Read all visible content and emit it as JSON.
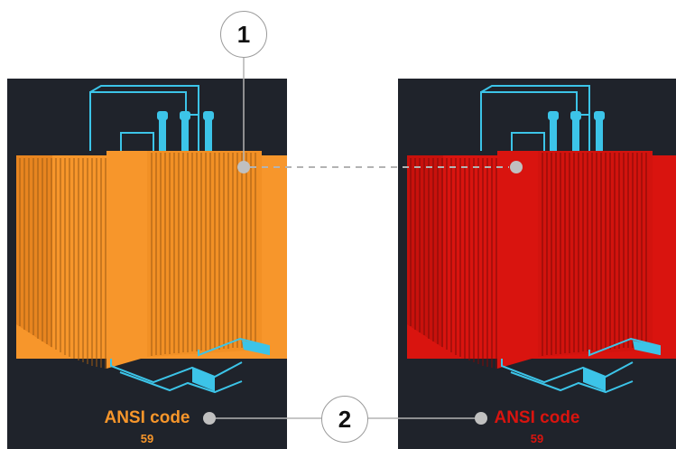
{
  "panels": {
    "left": {
      "label": "ANSI code",
      "value": "59",
      "color": "#f7962b"
    },
    "right": {
      "label": "ANSI code",
      "value": "59",
      "color": "#d9140f"
    }
  },
  "callouts": {
    "one": "1",
    "two": "2"
  },
  "colors": {
    "wire": "#3cc4e8",
    "panel_bg": "#1f232b",
    "leader": "#b3b3b3"
  }
}
